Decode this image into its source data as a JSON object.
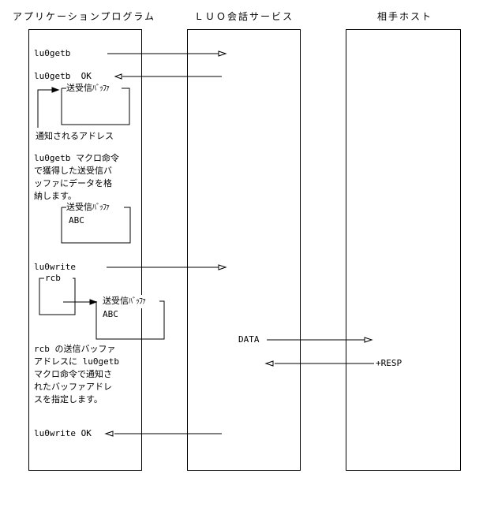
{
  "headers": {
    "app": "アプリケーションプログラム",
    "luo": "ＬＵＯ会話サービス",
    "host": "相手ホスト"
  },
  "labels": {
    "getb": "lu0getb",
    "getb_ok": "lu0getb  OK",
    "buffer1": "送受信",
    "buffer1_suffix": "ﾊﾞｯﾌｧ",
    "notified": "通知されるアドレス",
    "desc1": [
      "lu0getb マクロ命令",
      "で獲得した送受信バ",
      "ッファにデータを格",
      "納します。"
    ],
    "buffer2": "送受信",
    "buffer2_suffix": "ﾊﾞｯﾌｧ",
    "buffer2_content": "ABC",
    "write": "lu0write",
    "rcb": "rcb",
    "buffer3": "送受信",
    "buffer3_suffix": "ﾊﾞｯﾌｧ",
    "buffer3_content": "ABC",
    "data": "DATA",
    "resp": "+RESP",
    "desc2": [
      "rcb の送信バッファ",
      "アドレスに lu0getb",
      "マクロ命令で通知さ",
      "れたバッファアドレ",
      "スを指定します。"
    ],
    "write_ok": "lu0write OK"
  }
}
